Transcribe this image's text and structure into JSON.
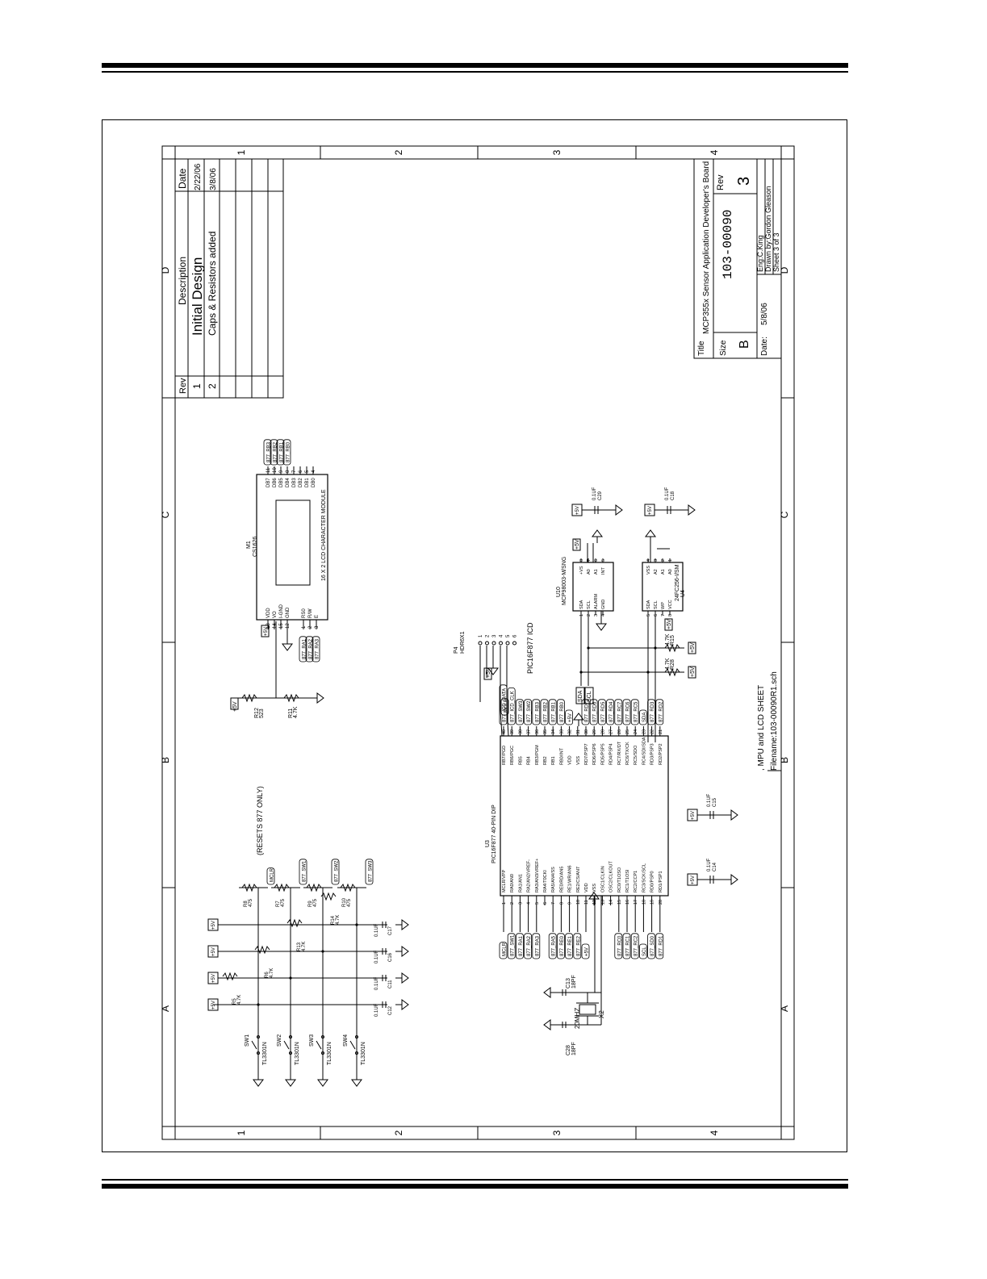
{
  "grid": {
    "columns_top": [
      "1",
      "2",
      "3",
      "4"
    ],
    "rows_right": [
      "D",
      "C",
      "B",
      "A"
    ]
  },
  "revisions": {
    "headers": {
      "rev": "Rev",
      "description": "Description",
      "date": "Date"
    },
    "rows": [
      {
        "rev": "1",
        "description": "Initial Design",
        "date": "2/22/06"
      },
      {
        "rev": "2",
        "description": "Caps & Resistors added",
        "date": "3/8/06"
      }
    ]
  },
  "title_block": {
    "title_label": "Title",
    "title": "MCP355x Sensor Application Developer's Board",
    "size_label": "Size",
    "size": "B",
    "number": "103-00090",
    "rev_label": "Rev",
    "rev": "3",
    "date_label": "Date:",
    "date": "5/8/06",
    "eng": "Eng:C.King",
    "drawn": "Drawn by:Gordon Gleason",
    "sheet": "Sheet  3  of      3"
  },
  "sheet_caption": ", MPU and LCD SHEET",
  "filename": "Filename:103-00090R1.sch",
  "lcd": {
    "ref": "M1",
    "part": "CS1626",
    "desc": "16 X 2 LCD CHARACTER MODULE",
    "pins_left": [
      {
        "num": "13",
        "name": "VDD"
      },
      {
        "num": "14",
        "name": "VO"
      },
      {
        "num": "15",
        "name": "I-GND"
      },
      {
        "num": "12",
        "name": "GND"
      },
      {
        "num": "1",
        "name": "RS0"
      },
      {
        "num": "2",
        "name": "R/W"
      },
      {
        "num": "3",
        "name": "E"
      }
    ],
    "pins_right": [
      {
        "num": "11",
        "name": "DB7"
      },
      {
        "num": "10",
        "name": "DB6"
      },
      {
        "num": "9",
        "name": "DB5"
      },
      {
        "num": "8",
        "name": "DB4"
      },
      {
        "num": "7",
        "name": "DB3"
      },
      {
        "num": "6",
        "name": "DB2"
      },
      {
        "num": "5",
        "name": "DB1"
      },
      {
        "num": "4",
        "name": "DB0"
      }
    ],
    "nets_left": [
      "877_RA1",
      "877_RA2",
      "877_RA3"
    ],
    "nets_right": [
      "877_RB3",
      "877_RB2",
      "877_RB1",
      "877_RB0"
    ],
    "r12": "R12",
    "r12_val": "523",
    "r11": "R11",
    "r11_val": "4.7K",
    "v5": "+5V"
  },
  "resets_note": "(RESETS 877 ONLY)",
  "switches": [
    {
      "sw": "SW1",
      "part": "TL3301N",
      "r_pull": "R5",
      "r_pull_val": "4.7K",
      "r_ser": "R8",
      "r_ser_val": "475",
      "cap": "C12",
      "cap_val": "0.1UF",
      "net": "MCLR"
    },
    {
      "sw": "SW2",
      "part": "TL3301N",
      "r_pull": "R6",
      "r_pull_val": "4.7K",
      "r_ser": "R7",
      "r_ser_val": "475",
      "cap": "C11",
      "cap_val": "0.1UF",
      "net": "877_SW1"
    },
    {
      "sw": "SW3",
      "part": "TL3301N",
      "r_pull": "R13",
      "r_pull_val": "4.7K",
      "r_ser": "R9",
      "r_ser_val": "475",
      "cap": "C16",
      "cap_val": "0.1UF",
      "net": "877_SW2"
    },
    {
      "sw": "SW4",
      "part": "TL3301N",
      "r_pull": "R14",
      "r_pull_val": "4.7K",
      "r_ser": "R10",
      "r_ser_val": "475",
      "cap": "C17",
      "cap_val": "0.1UF",
      "net": "877_SW3"
    }
  ],
  "icd": {
    "ref": "P4",
    "part": "HDR6X1",
    "label": "PIC16F877 ICD",
    "pins": [
      "1",
      "2",
      "3",
      "4",
      "5",
      "6"
    ],
    "nets": [
      "MCLR",
      "877_ICD_DATA",
      "877_ICD_CLK"
    ]
  },
  "mcu": {
    "ref": "U3",
    "part": "PIC16F877 40-PIN DIP",
    "pins_left": [
      {
        "num": "1",
        "name": "MCLR/VPP"
      },
      {
        "num": "2",
        "name": "RA0/AN0"
      },
      {
        "num": "3",
        "name": "RA1/AN1"
      },
      {
        "num": "4",
        "name": "RA2/AN2/VREF-"
      },
      {
        "num": "5",
        "name": "RA3/AN3/VREF+"
      },
      {
        "num": "6",
        "name": "RA4/T0CKI"
      },
      {
        "num": "7",
        "name": "RA5/AN4/SS"
      },
      {
        "num": "8",
        "name": "RE0/RD/AN5"
      },
      {
        "num": "9",
        "name": "RE1/WR/AN6"
      },
      {
        "num": "10",
        "name": "RE2/CS/AN7"
      },
      {
        "num": "11",
        "name": "VDD"
      },
      {
        "num": "12",
        "name": "VSS"
      },
      {
        "num": "13",
        "name": "OSC1/CLKIN"
      },
      {
        "num": "14",
        "name": "OSC2/CLKOUT"
      },
      {
        "num": "15",
        "name": "RC0/T1OSO"
      },
      {
        "num": "16",
        "name": "RC1/T1OSI"
      },
      {
        "num": "17",
        "name": "RC2/CCP1"
      },
      {
        "num": "18",
        "name": "RC3/SCK/SCL"
      },
      {
        "num": "19",
        "name": "RD0/PSP0"
      },
      {
        "num": "20",
        "name": "RD1/PSP1"
      }
    ],
    "pins_right": [
      {
        "num": "40",
        "name": "RB7/PGD"
      },
      {
        "num": "39",
        "name": "RB6/PGC"
      },
      {
        "num": "38",
        "name": "RB5"
      },
      {
        "num": "37",
        "name": "RB4"
      },
      {
        "num": "36",
        "name": "RB3/PGM"
      },
      {
        "num": "35",
        "name": "RB2"
      },
      {
        "num": "34",
        "name": "RB1"
      },
      {
        "num": "33",
        "name": "RB0/INT"
      },
      {
        "num": "32",
        "name": "VDD"
      },
      {
        "num": "31",
        "name": "VSS"
      },
      {
        "num": "30",
        "name": "RD7/PSP7"
      },
      {
        "num": "29",
        "name": "RD6/PSP6"
      },
      {
        "num": "28",
        "name": "RD5/PSP5"
      },
      {
        "num": "27",
        "name": "RD4/PSP4"
      },
      {
        "num": "26",
        "name": "RC7/RX/DT"
      },
      {
        "num": "25",
        "name": "RC6/TX/CK"
      },
      {
        "num": "24",
        "name": "RC5/SDO"
      },
      {
        "num": "23",
        "name": "RC4/SDI/SDA"
      },
      {
        "num": "22",
        "name": "RD3/PSP3"
      },
      {
        "num": "21",
        "name": "RD2/PSP2"
      }
    ],
    "nets_left": [
      "MCLR",
      "877_SW1",
      "877_RA1",
      "877_RA2",
      "877_RA3",
      "",
      "877_RA5",
      "877_RE0",
      "877_RE1",
      "877_RE2",
      "+5V",
      "",
      "",
      "",
      "877_RC0",
      "877_RC1",
      "877_RC2",
      "SCL",
      "877_SD0",
      "877_RD1"
    ],
    "nets_right": [
      "877_ICD_DATA",
      "877_ICD_CLK",
      "877_SW3",
      "877_SW2",
      "877_RB3",
      "877_RB2",
      "877_RB1",
      "877_RB0",
      "+5V",
      "",
      "877_RD7",
      "877_RD6",
      "877_RD5",
      "877_RD4",
      "877_RC7",
      "877_RC6",
      "877_RC5",
      "SDA",
      "877_RD3",
      "877_RD2"
    ]
  },
  "crystal": {
    "ref": "X2",
    "val": "20MHZ",
    "c13": "C13",
    "c13_val": "18PF",
    "c28": "C28",
    "c28_val": "18PF"
  },
  "rtc": {
    "ref": "U10",
    "part": "MCP98003-M/SNG",
    "pins_left": [
      {
        "num": "1",
        "name": "SDA"
      },
      {
        "num": "2",
        "name": "SCL"
      },
      {
        "num": "3",
        "name": "ALARM"
      },
      {
        "num": "4",
        "name": "GND"
      }
    ],
    "pins_right": [
      {
        "num": "8",
        "name": "+VS"
      },
      {
        "num": "7",
        "name": "A0"
      },
      {
        "num": "6",
        "name": "A1"
      },
      {
        "num": "5",
        "name": "INT"
      }
    ]
  },
  "eeprom": {
    "ref": "U4",
    "part": "24FC256-I/SM",
    "pins_left": [
      {
        "num": "5",
        "name": "SDA"
      },
      {
        "num": "6",
        "name": "SCL"
      },
      {
        "num": "7",
        "name": "WP"
      },
      {
        "num": "8",
        "name": "VCC"
      }
    ],
    "pins_right": [
      {
        "num": "4",
        "name": "VSS"
      },
      {
        "num": "3",
        "name": "A2"
      },
      {
        "num": "2",
        "name": "A1"
      },
      {
        "num": "1",
        "name": "A0"
      }
    ]
  },
  "i2c": {
    "sda": "SDA",
    "scl": "SCL",
    "r15": "R15",
    "r15_val": "4.7K",
    "r28": "R28",
    "r28_val": "4.7K"
  },
  "decoupling": [
    {
      "ref": "C29",
      "val": "0.1UF"
    },
    {
      "ref": "C18",
      "val": "0.1UF"
    },
    {
      "ref": "C15",
      "val": "0.1UF"
    },
    {
      "ref": "C14",
      "val": "0.1UF"
    }
  ],
  "rail": "+5V"
}
